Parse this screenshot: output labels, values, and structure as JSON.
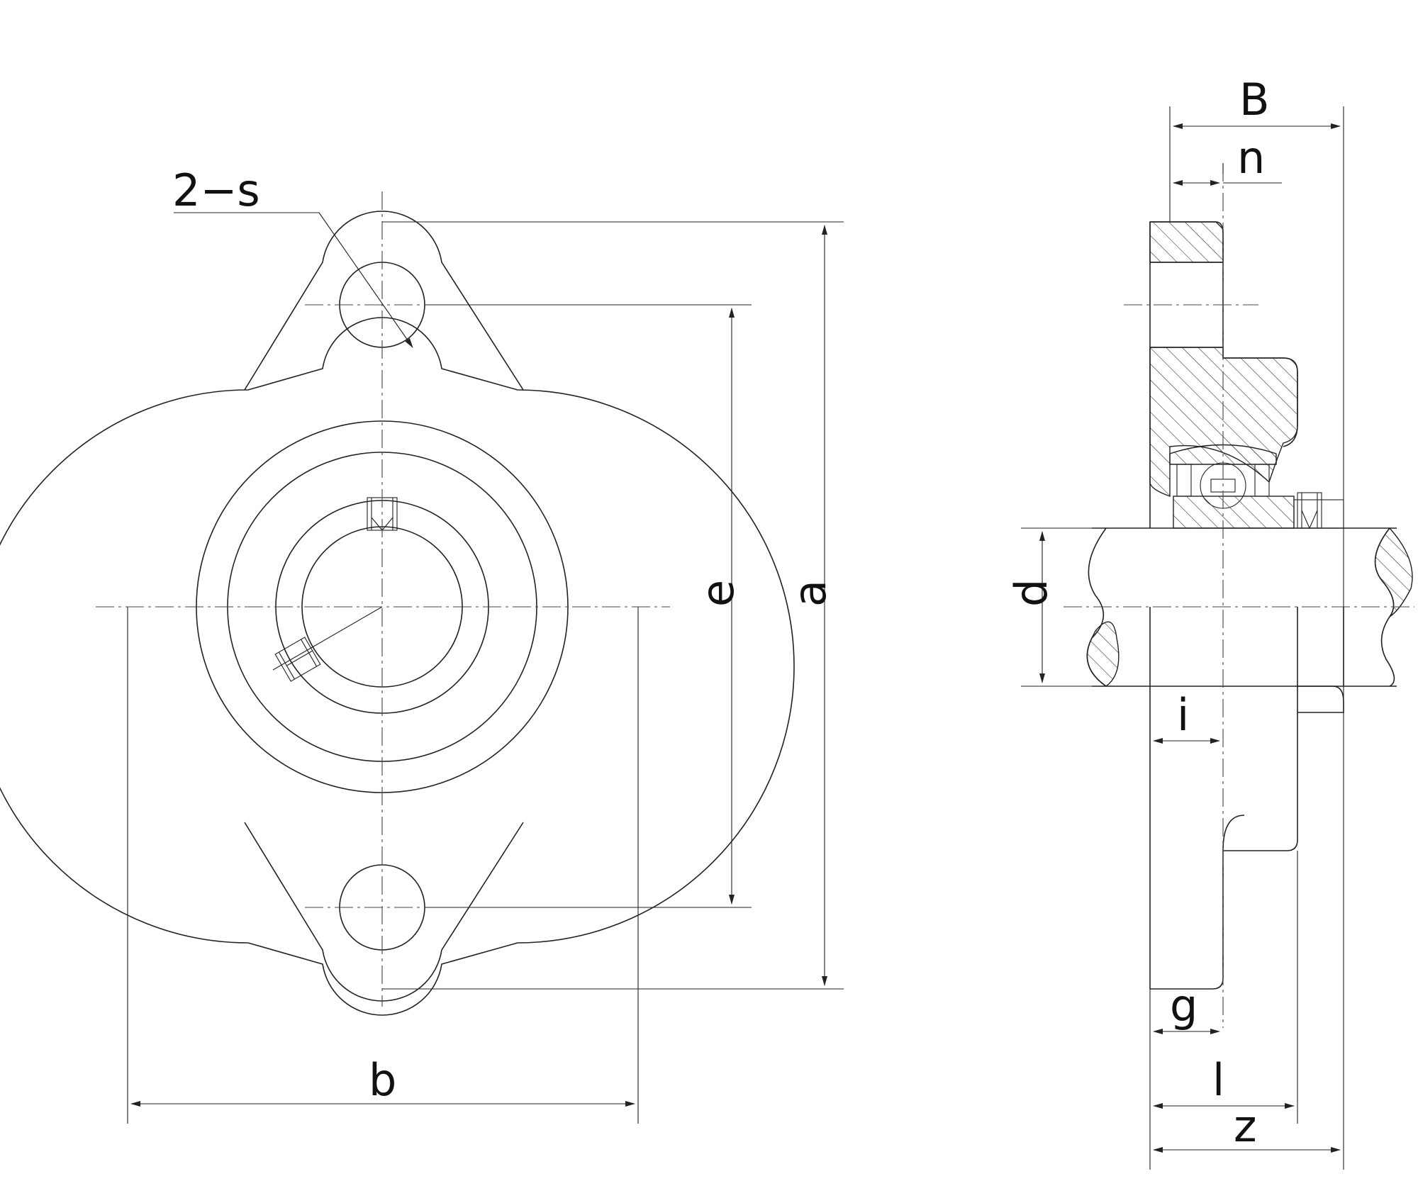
{
  "labels": {
    "s": "2−s",
    "e": "e",
    "a": "a",
    "b": "b",
    "B": "B",
    "n": "n",
    "d": "d",
    "i": "i",
    "g": "g",
    "l": "l",
    "z": "z"
  }
}
